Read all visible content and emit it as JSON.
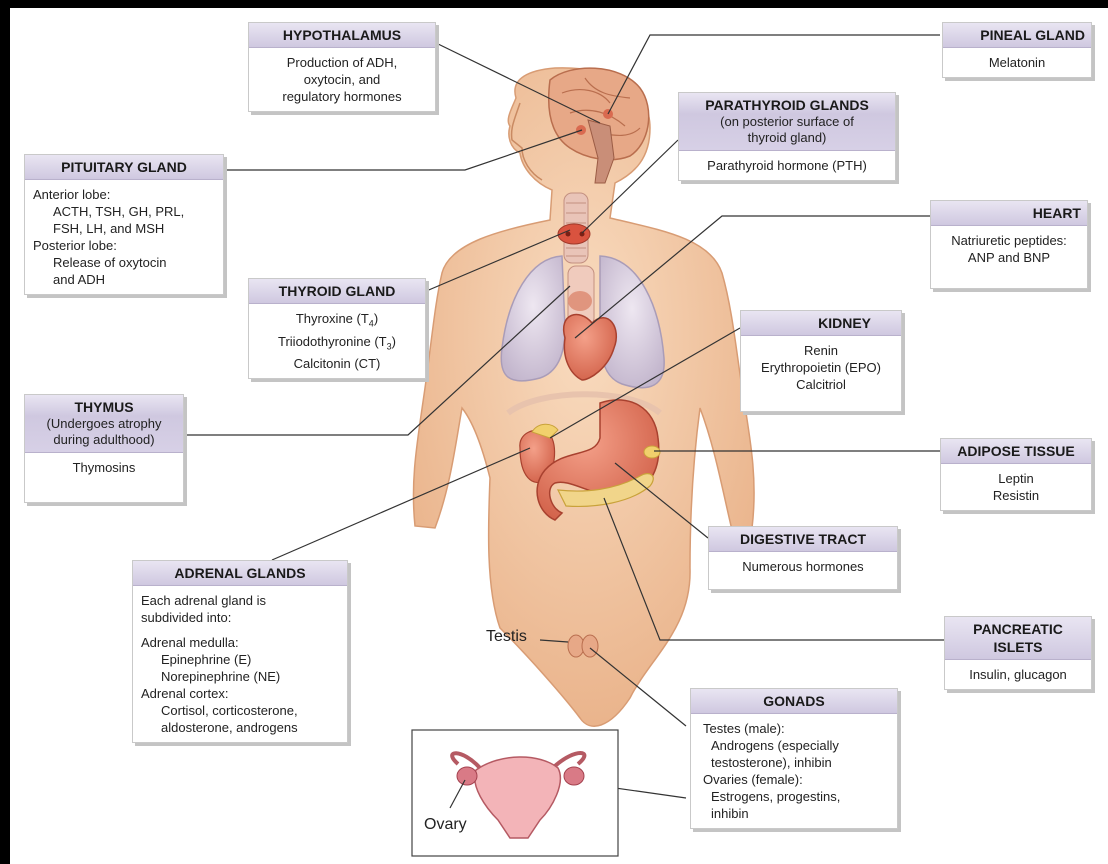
{
  "hypothalamus": {
    "title": "HYPOTHALAMUS",
    "lines": [
      "Production of ADH,",
      "oxytocin, and",
      "regulatory hormones"
    ]
  },
  "pineal": {
    "title": "PINEAL GLAND",
    "lines": [
      "Melatonin"
    ]
  },
  "parathyroid": {
    "title": "PARATHYROID GLANDS",
    "subtitle_lines": [
      "(on posterior surface of",
      "thyroid gland)"
    ],
    "lines": [
      "Parathyroid hormone (PTH)"
    ]
  },
  "pituitary": {
    "title": "PITUITARY GLAND",
    "anterior": "Anterior lobe:",
    "anterior_hormones": [
      "ACTH, TSH, GH, PRL,",
      "FSH, LH, and MSH"
    ],
    "posterior": "Posterior lobe:",
    "posterior_items": [
      "Release of oxytocin",
      "and ADH"
    ]
  },
  "heart": {
    "title": "HEART",
    "lines": [
      "Natriuretic peptides:",
      "ANP and BNP"
    ]
  },
  "thyroid": {
    "title": "THYROID GLAND",
    "t4_name": "Thyroxine (T",
    "t4_sub": "4",
    "t3_name": "Triiodothyronine (T",
    "t3_sub": "3",
    "close": ")",
    "calcitonin": "Calcitonin (CT)"
  },
  "kidney": {
    "title": "KIDNEY",
    "lines": [
      "Renin",
      "Erythropoietin (EPO)",
      "Calcitriol"
    ]
  },
  "thymus": {
    "title": "THYMUS",
    "subtitle_lines": [
      "(Undergoes atrophy",
      "during adulthood)"
    ],
    "lines": [
      "Thymosins"
    ]
  },
  "adipose": {
    "title": "ADIPOSE TISSUE",
    "lines": [
      "Leptin",
      "Resistin"
    ]
  },
  "digestive": {
    "title": "DIGESTIVE TRACT",
    "lines": [
      "Numerous hormones"
    ]
  },
  "adrenal": {
    "title": "ADRENAL GLANDS",
    "intro": [
      "Each adrenal gland is",
      "subdivided into:"
    ],
    "medulla": "Adrenal medulla:",
    "medulla_items": [
      "Epinephrine (E)",
      "Norepinephrine (NE)"
    ],
    "cortex": "Adrenal cortex:",
    "cortex_items": [
      "Cortisol, corticosterone,",
      "aldosterone, androgens"
    ]
  },
  "pancreas": {
    "title_lines": [
      "PANCREATIC",
      "ISLETS"
    ],
    "lines": [
      "Insulin, glucagon"
    ]
  },
  "gonads": {
    "title": "GONADS",
    "testes": "Testes (male):",
    "testes_items": [
      "Androgens (especially",
      "testosterone), inhibin"
    ],
    "ovaries": "Ovaries (female):",
    "ovaries_items": [
      "Estrogens, progestins,",
      "inhibin"
    ]
  },
  "labels": {
    "testis": "Testis",
    "ovary": "Ovary"
  },
  "colors": {
    "header_bg": "#d8d2e6",
    "skin": "#f3c9a3",
    "heart": "#d9534f",
    "lungs": "#cdc3d6",
    "leader_line": "#333333",
    "background_frame": "#000000"
  }
}
